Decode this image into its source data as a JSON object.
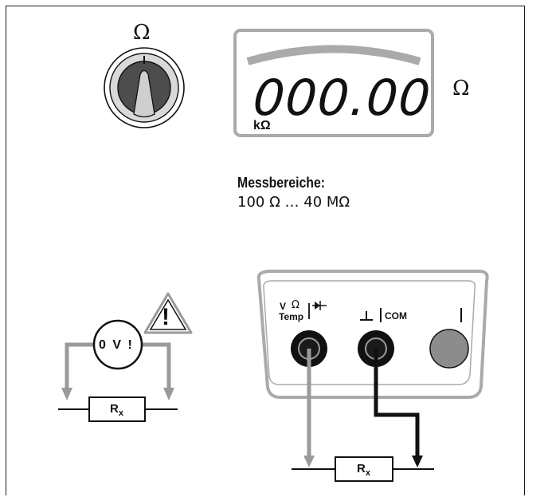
{
  "switch": {
    "symbol": "Ω",
    "icon": "rotary-switch-icon"
  },
  "display": {
    "reading": "000.00",
    "unit_prefix": "kΩ",
    "unit_side": "Ω"
  },
  "ranges": {
    "title": "Messbereiche:",
    "value": "100 Ω … 40 MΩ"
  },
  "warning": {
    "meter_label": "0 V !",
    "sign": "!",
    "icon": "warning-triangle-icon"
  },
  "jacks": {
    "left_line1": "V",
    "left_omega": "Ω",
    "left_line2": "Temp",
    "com_label": "COM"
  },
  "resistor": {
    "label": "R",
    "sub": "x"
  },
  "colors": {
    "lead_gray": "#9a9a9a",
    "panel_gray": "#cccccc",
    "jack_black": "#111111",
    "jack_gray": "#8c8c8c"
  }
}
